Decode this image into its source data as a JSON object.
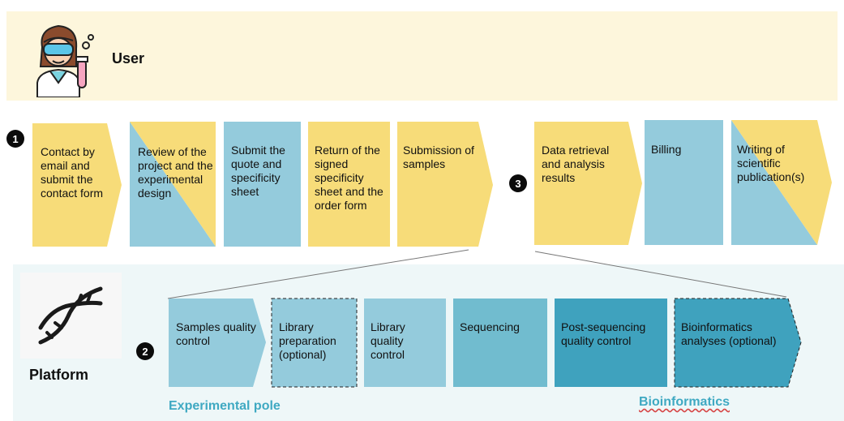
{
  "user": {
    "title": "User"
  },
  "platform": {
    "title": "Platform",
    "poles": {
      "experimental": "Experimental pole",
      "bioinformatics": "Bioinformatics"
    }
  },
  "markers": [
    "1",
    "2",
    "3"
  ],
  "user_steps": [
    "Contact by email and submit the contact form",
    "Review of the project and the experimental design",
    "Submit the quote and specificity sheet",
    "Return of the signed specificity sheet and the order form",
    "Submission of samples",
    "Data retrieval and analysis results",
    "Billing",
    "Writing of scientific publication(s)"
  ],
  "platform_steps": [
    "Samples quality control",
    "Library preparation (optional)",
    "Library quality control",
    "Sequencing",
    "Post-sequencing quality control",
    "Bioinformatics analyses (optional)"
  ],
  "colors": {
    "yellow": "#f7dc79",
    "blue_light": "#94cbdc",
    "blue_mid": "#71bccf",
    "blue_dark": "#3fa2be",
    "user_band": "#fdf6dc",
    "platform_band": "#eef7f8",
    "pole_label": "#3fa9c2"
  },
  "icons": [
    "scientist-icon",
    "dna-icon"
  ]
}
